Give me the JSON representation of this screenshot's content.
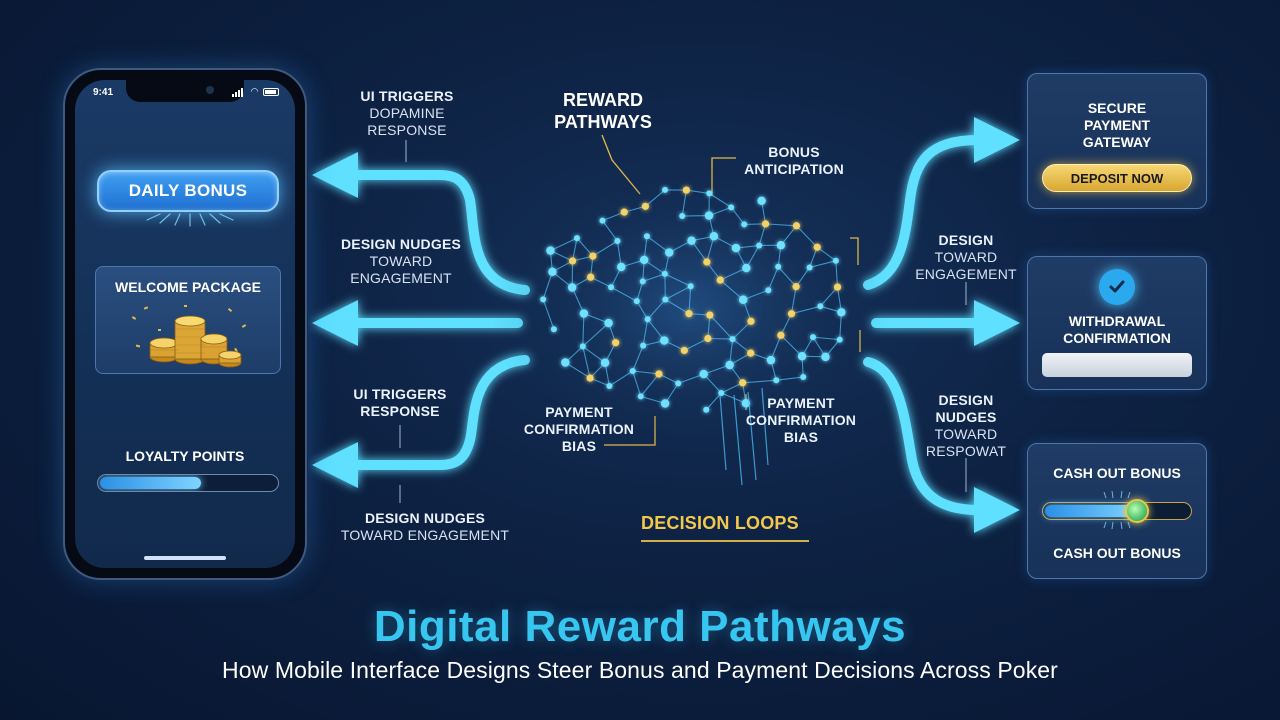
{
  "phone": {
    "status_time": "9:41",
    "daily_bonus": "DAILY BONUS",
    "welcome_package": "WELCOME PACKAGE",
    "loyalty_points": "LOYALTY POINTS",
    "loyalty_progress": 0.57
  },
  "left_labels": {
    "top": [
      "UI TRIGGERS",
      "DOPAMINE",
      "RESPONSE"
    ],
    "middle": [
      "DESIGN NUDGES",
      "TOWARD",
      "ENGAGEMENT"
    ],
    "lower": [
      "UI TRIGGERS",
      "RESPONSE"
    ],
    "bottom": [
      "DESIGN NUDGES",
      "TOWARD ENGAGEMENT"
    ]
  },
  "brain_labels": {
    "reward_pathways": [
      "REWARD",
      "PATHWAYS"
    ],
    "bonus_anticipation": [
      "BONUS",
      "ANTICIPATION"
    ],
    "payment_bias_left": [
      "PAYMENT",
      "CONFIRMATION",
      "BIAS"
    ],
    "payment_bias_right": [
      "PAYMENT",
      "CONFIRMATION",
      "BIAS"
    ],
    "decision_loops": "DECISION LOOPS"
  },
  "right_labels": {
    "upper": [
      "DESIGN",
      "TOWARD",
      "ENGAGEMENT"
    ],
    "lower": [
      "DESIGN",
      "NUDGES",
      "TOWARD",
      "RESPOWAT"
    ]
  },
  "cards": {
    "payment": {
      "title": [
        "SECURE",
        "PAYMENT",
        "GATEWAY"
      ],
      "button": "DEPOSIT NOW"
    },
    "withdrawal": {
      "title": [
        "WITHDRAWAL",
        "CONFIRMATION"
      ]
    },
    "cashout": {
      "title_top": "CASH OUT BONUS",
      "title_bottom": "CASH OUT BONUS",
      "slider_level": 0.6
    }
  },
  "colors": {
    "accent_cyan": "#37c6f0",
    "glow_cyan": "#5fe0ff",
    "gold": "#f2c94c",
    "background": "#0d2142"
  },
  "title": "Digital Reward Pathways",
  "subtitle": "How Mobile Interface Designs Steer Bonus and Payment Decisions Across Poker"
}
